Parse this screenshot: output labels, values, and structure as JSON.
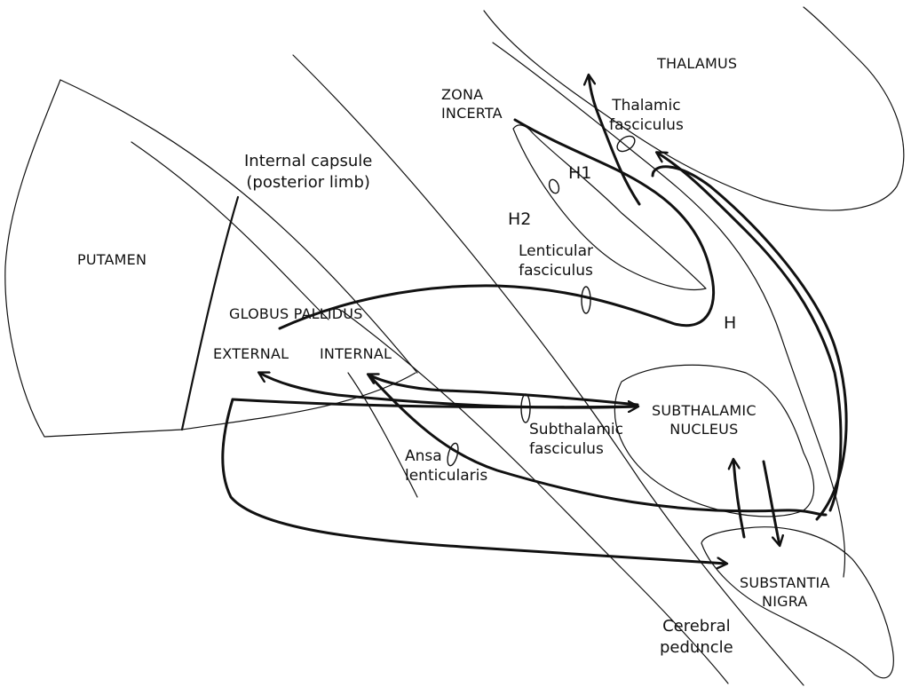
{
  "labels": {
    "thalamus": "THALAMUS",
    "zona_incerta": "ZONA\nINCERTA",
    "thalamic_fasciculus": "Thalamic\nfasciculus",
    "h1": "H1",
    "h2": "H2",
    "internal_capsule": "Internal capsule\n(posterior limb)",
    "putamen": "PUTAMEN",
    "lenticular_fasciculus": "Lenticular\nfasciculus",
    "globus_pallidus": "GLOBUS PALLIDUS",
    "h": "H",
    "external": "EXTERNAL",
    "internal": "INTERNAL",
    "subthalamic_nucleus": "SUBTHALAMIC\nNUCLEUS",
    "subthalamic_fasciculus": "Subthalamic\nfasciculus",
    "ansa_lenticularis": "Ansa\nlenticularis",
    "substantia_nigra": "SUBSTANTIA\nNIGRA",
    "cerebral_peduncle": "Cerebral\npeduncle"
  }
}
